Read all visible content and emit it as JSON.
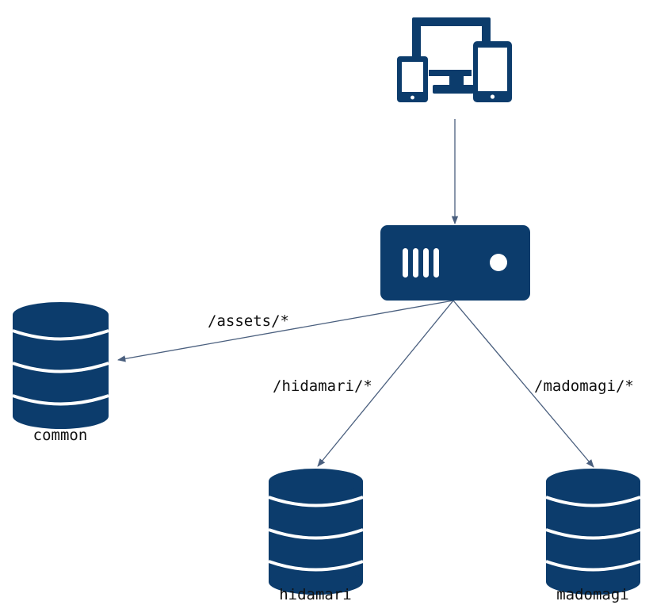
{
  "colors": {
    "icon": "#0c3c6c",
    "edge": "#4a5f7e",
    "text": "#111111",
    "background": "#ffffff"
  },
  "nodes": {
    "devices": {
      "icon": "devices-icon"
    },
    "server": {
      "icon": "server-icon"
    },
    "common": {
      "icon": "database-icon",
      "label": "common"
    },
    "hidamari": {
      "icon": "database-icon",
      "label": "hidamari"
    },
    "madomagi": {
      "icon": "database-icon",
      "label": "madomagi"
    }
  },
  "edges": [
    {
      "from": "devices",
      "to": "server",
      "label": ""
    },
    {
      "from": "server",
      "to": "common",
      "label": "/assets/*"
    },
    {
      "from": "server",
      "to": "hidamari",
      "label": "/hidamari/*"
    },
    {
      "from": "server",
      "to": "madomagi",
      "label": "/madomagi/*"
    }
  ]
}
